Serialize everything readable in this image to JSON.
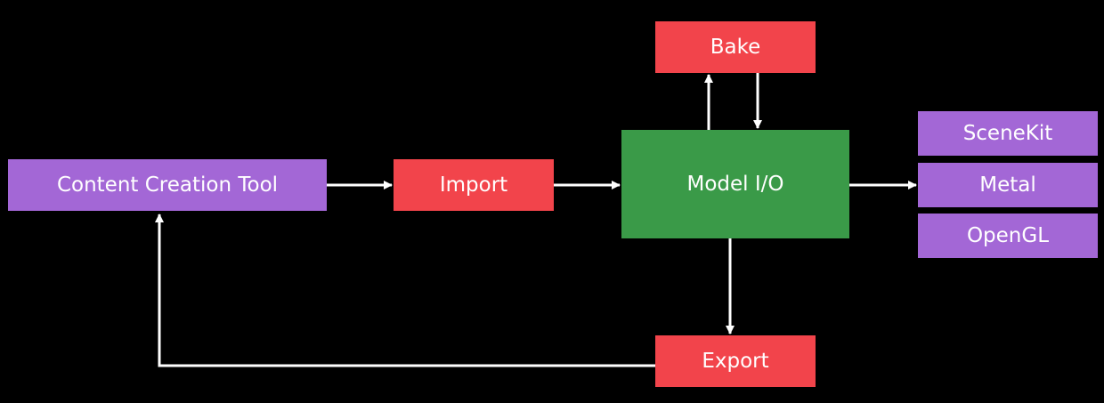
{
  "nodes": {
    "content_tool": "Content Creation Tool",
    "import": "Import",
    "model_io": "Model I/O",
    "bake": "Bake",
    "export": "Export",
    "scenekit": "SceneKit",
    "metal": "Metal",
    "opengl": "OpenGL"
  },
  "colors": {
    "background": "#000000",
    "tool_and_targets": "#a367d6",
    "process_steps": "#f2444b",
    "core": "#3a9a48",
    "arrows": "#ffffff",
    "text": "#ffffff"
  },
  "edges": [
    {
      "from": "content_tool",
      "to": "import"
    },
    {
      "from": "import",
      "to": "model_io"
    },
    {
      "from": "model_io",
      "to": "bake"
    },
    {
      "from": "bake",
      "to": "model_io"
    },
    {
      "from": "model_io",
      "to": "metal"
    },
    {
      "from": "model_io",
      "to": "export"
    },
    {
      "from": "export",
      "to": "content_tool"
    }
  ]
}
